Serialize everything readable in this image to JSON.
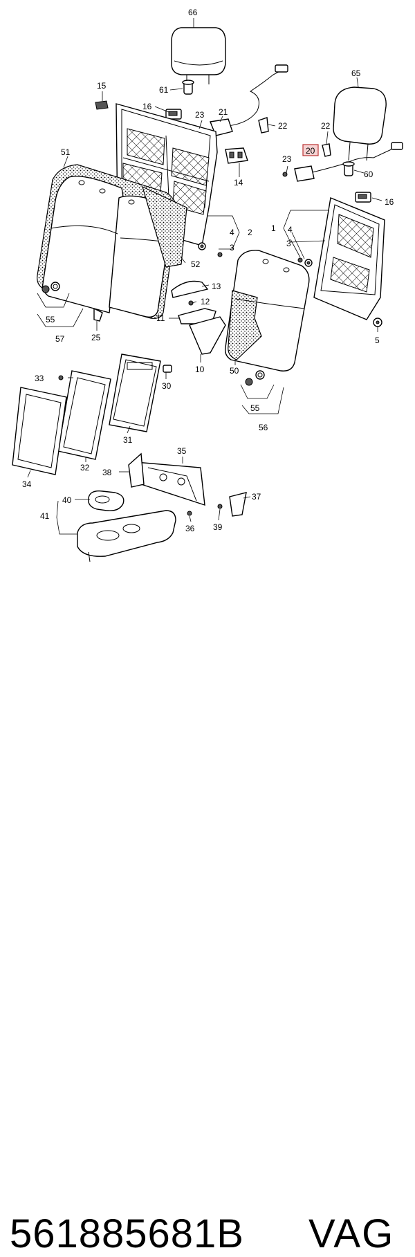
{
  "labels": [
    "66",
    "61",
    "15",
    "16",
    "23",
    "21",
    "22",
    "65",
    "51",
    "20",
    "22",
    "23",
    "14",
    "60",
    "16",
    "4",
    "2",
    "1",
    "4",
    "3",
    "3",
    "52",
    "13",
    "12",
    "11",
    "55",
    "57",
    "25",
    "10",
    "50",
    "5",
    "55",
    "56",
    "33",
    "30",
    "31",
    "32",
    "34",
    "35",
    "38",
    "37",
    "40",
    "41",
    "36",
    "39"
  ],
  "highlighted_label": "20",
  "footer": {
    "part_number": "561885681B",
    "brand": "VAG"
  },
  "colors": {
    "highlight_fill": "#f6d3d3",
    "highlight_stroke": "#b33333"
  }
}
